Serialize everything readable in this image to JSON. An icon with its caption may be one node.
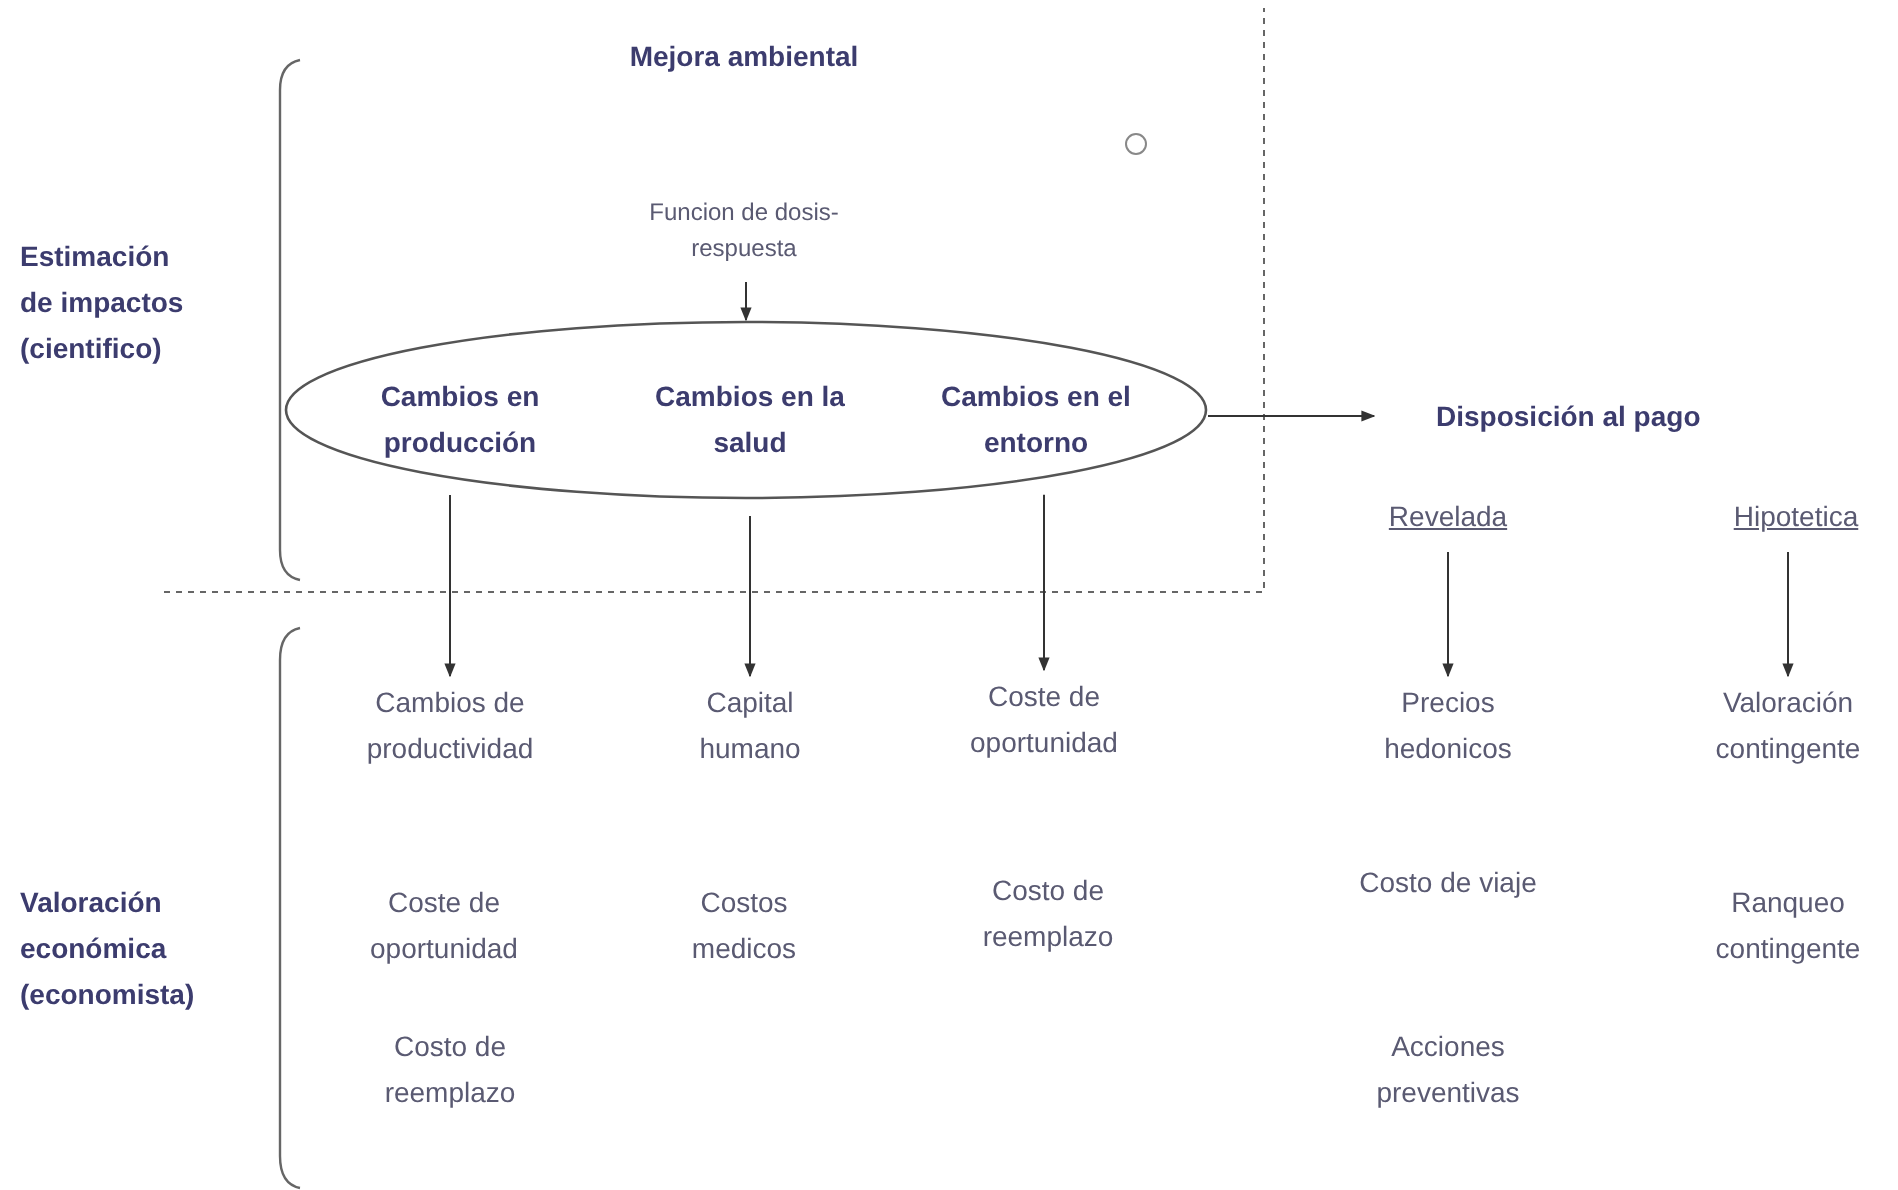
{
  "diagram": {
    "nodes": [
      {
        "text": [
          "Funcion de dosis-respuesta"
        ]
      },
      {
        "text": [],
        "shape": "ellipse"
      },
      {
        "text": [
          "Cambios en producción"
        ],
        "in": 1
      },
      {
        "text": [
          "Cambios en la salud"
        ],
        "in": 1
      },
      {
        "text": [
          "Cambios en el entorno"
        ],
        "in": 1
      },
      {
        "text": [
          "Disposición al pago"
        ]
      },
      {
        "text": [
          "Revelada"
        ]
      },
      {
        "text": [
          "Hipotetica"
        ]
      },
      {
        "text": [
          "Cambios de productividad"
        ]
      },
      {
        "text": [
          "Capital humano"
        ]
      },
      {
        "text": [
          "Coste de oportunidad"
        ]
      },
      {
        "text": [
          "Precios hedonicos"
        ]
      },
      {
        "text": [
          "Valoración contingente"
        ]
      }
    ],
    "edges": [
      {
        "from": 0,
        "to": 1,
        "arrow": "to"
      },
      {
        "from": 1,
        "to": 5,
        "arrow": "to"
      },
      {
        "from": 1,
        "to": 8,
        "arrow": "to"
      },
      {
        "from": 1,
        "to": 9,
        "arrow": "to"
      },
      {
        "from": 1,
        "to": 10,
        "arrow": "to"
      },
      {
        "from": 6,
        "to": 11,
        "arrow": "to"
      },
      {
        "from": 7,
        "to": 12,
        "arrow": "to"
      }
    ],
    "labels": [
      "Mejora ambiental",
      "Estimación de impactos (cientifico)",
      "Valoración económica (economista)",
      "Coste de oportunidad",
      "Costos medicos",
      "Costo de reemplazo",
      "Costo de viaje",
      "Ranqueo contingente",
      "Costo de reemplazo",
      "Acciones preventivas"
    ]
  }
}
